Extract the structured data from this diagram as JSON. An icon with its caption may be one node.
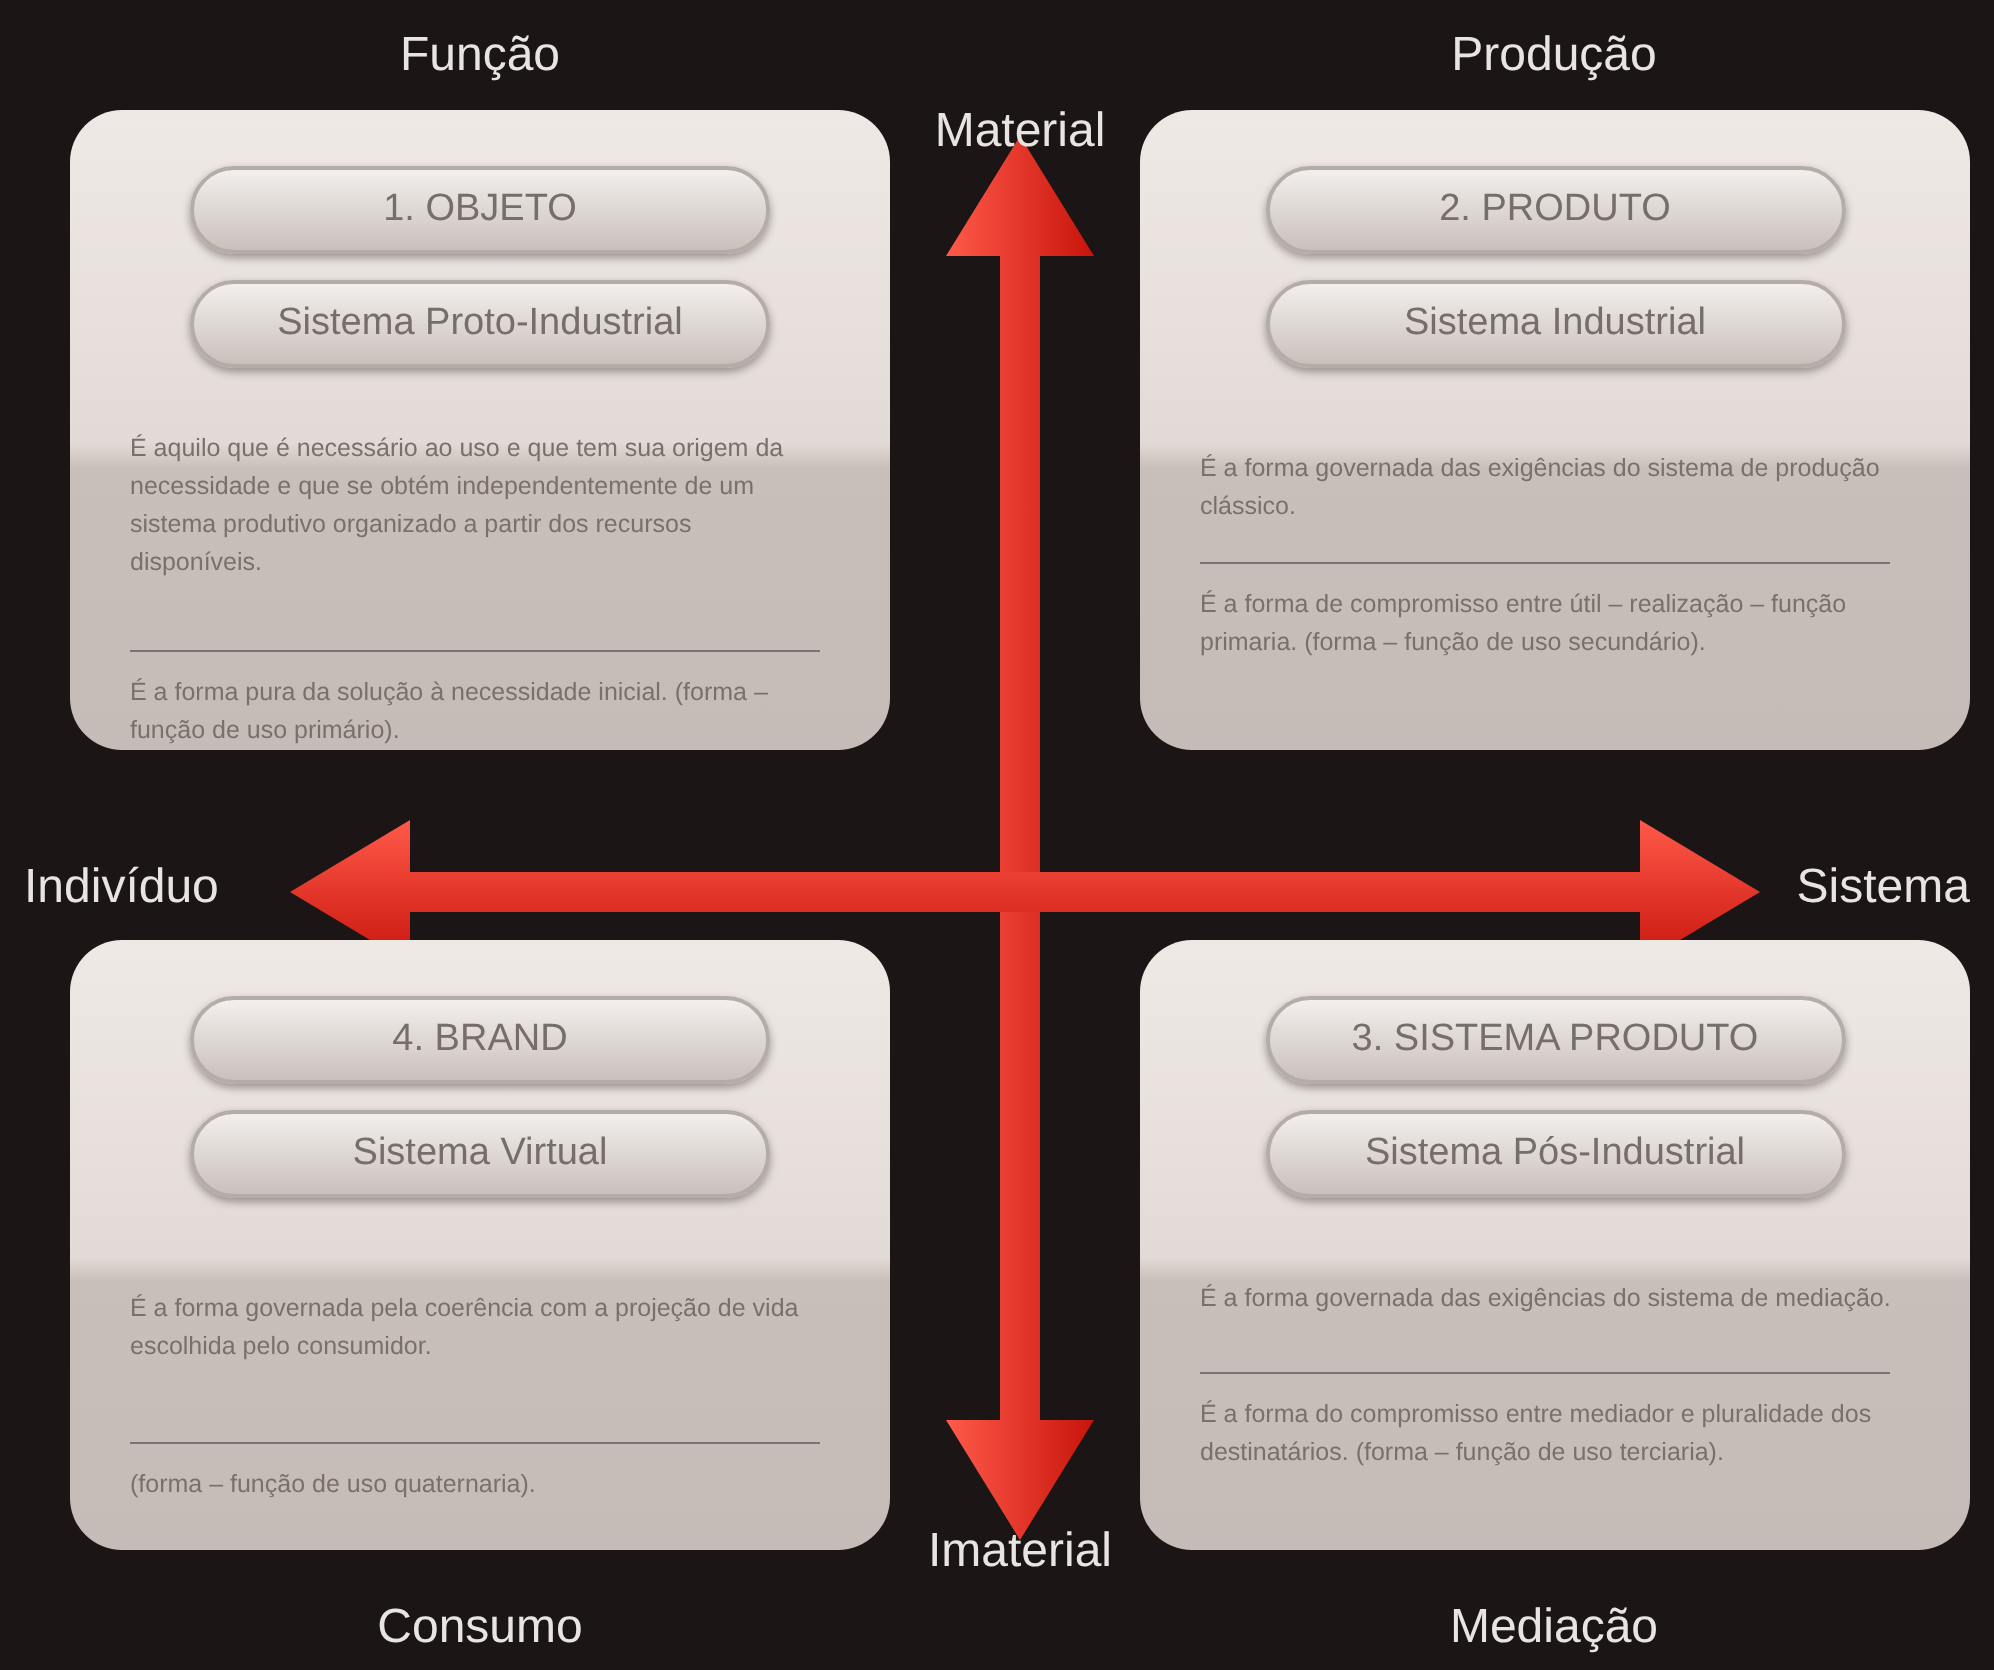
{
  "diagram": {
    "nodes": [
      {
        "text": [
          "É aquilo que é necessário ao uso e que tem sua origem da necessidade e que se obtém independentemente de um sistema produtivo organizado a partir dos recursos disponíveis.",
          "É a forma pura da solução à necessidade inicial. (forma – função de uso primário)."
        ]
      },
      {
        "text": [
          "1. OBJETO"
        ],
        "in": 0
      },
      {
        "text": [
          "Sistema Proto-Industrial"
        ],
        "in": 0
      },
      {
        "text": [
          "É a forma governada das exigências do sistema de produção clássico.",
          "É a forma de compromisso entre útil – realização – função primaria. (forma – função de uso secundário)."
        ]
      },
      {
        "text": [
          "2. PRODUTO"
        ],
        "in": 3
      },
      {
        "text": [
          "Sistema Industrial"
        ],
        "in": 3
      },
      {
        "text": [
          "É a forma governada pela coerência com a projeção de vida escolhida pelo consumidor.",
          "(forma – função de uso quaternaria)."
        ]
      },
      {
        "text": [
          "4. BRAND"
        ],
        "in": 6
      },
      {
        "text": [
          "Sistema Virtual"
        ],
        "in": 6
      },
      {
        "text": [
          "É a forma governada das exigências do sistema de mediação.",
          "É a forma do compromisso entre mediador e pluralidade dos destinatários. (forma – função de uso terciaria)."
        ]
      },
      {
        "text": [
          "3. SISTEMA PRODUTO"
        ],
        "in": 9
      },
      {
        "text": [
          "Sistema Pós-Industrial"
        ],
        "in": 9
      }
    ],
    "labels": [
      "Função",
      "Material",
      "Produção",
      "Indivíduo",
      "Sistema",
      "Imaterial",
      "Consumo",
      "Mediação"
    ]
  }
}
